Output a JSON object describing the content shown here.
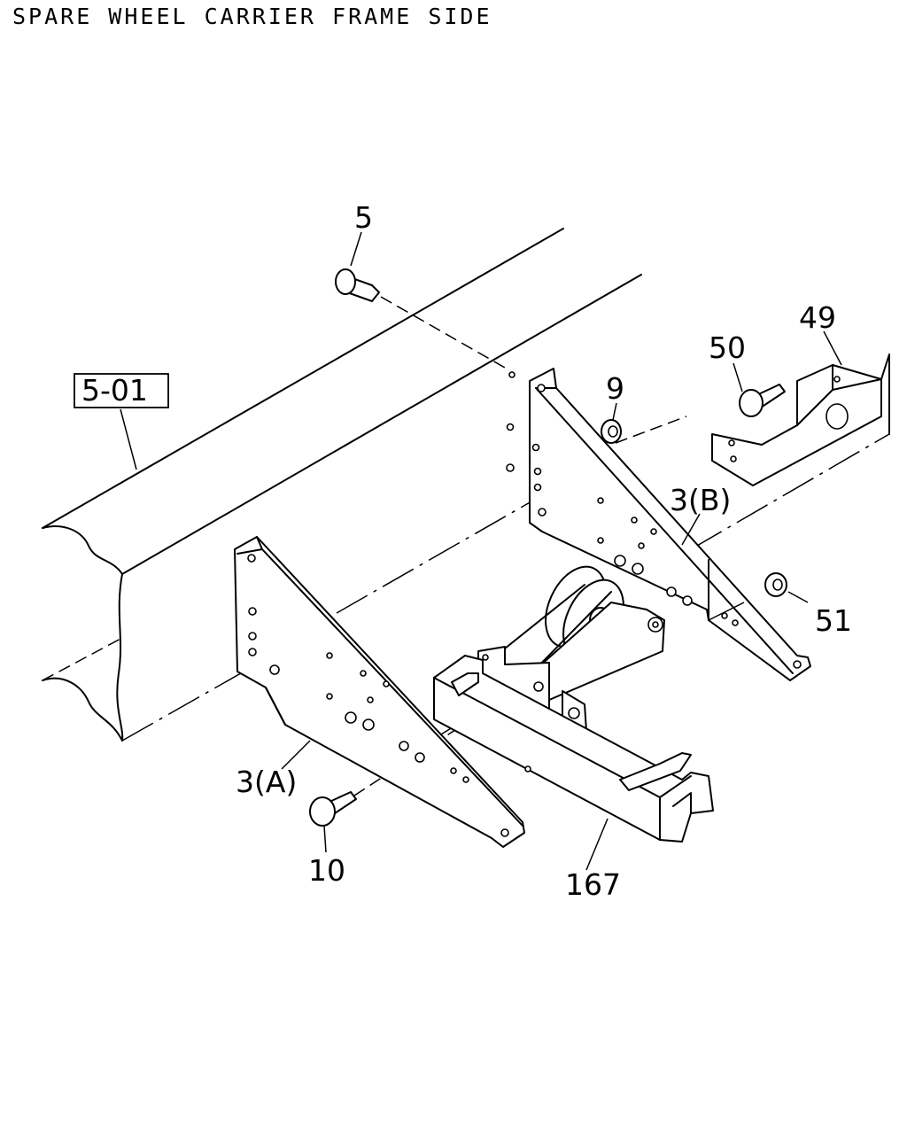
{
  "title": "SPARE WHEEL CARRIER FRAME SIDE",
  "callouts": {
    "frame_ref": "5-01",
    "bolt_top": "5",
    "nut_9": "9",
    "bracket_b": "3(B)",
    "bracket_a": "3(A)",
    "bolt_10": "10",
    "cover_49": "49",
    "bolt_50": "50",
    "nut_51": "51",
    "carrier_167": "167"
  }
}
